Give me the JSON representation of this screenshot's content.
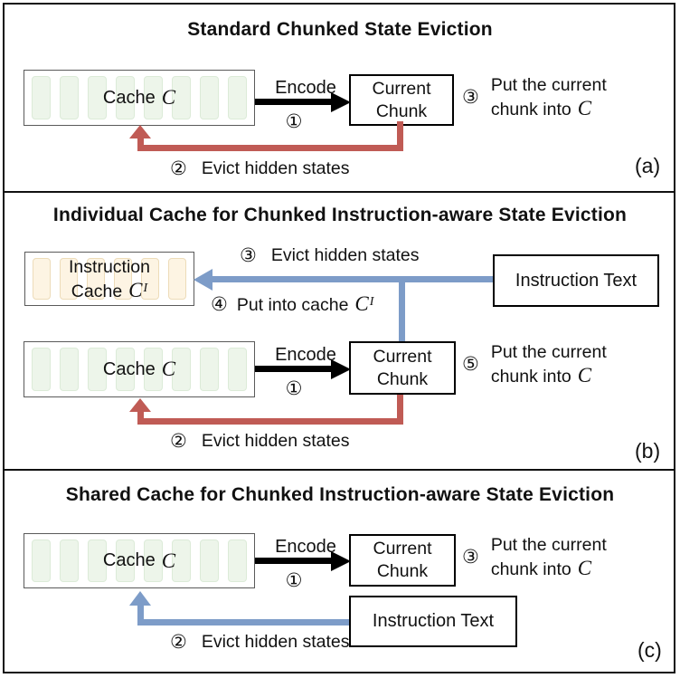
{
  "colors": {
    "evict_arrow_red": "#c05b55",
    "instruction_arrow_blue": "#7d9cc8",
    "cache_slot_green": "#edf5ea",
    "instruction_slot_orange": "#fdf4e3",
    "border_black": "#111111"
  },
  "panels": [
    {
      "label": "(a)",
      "title": "Standard Chunked State Eviction",
      "cache": {
        "label": "Cache",
        "symbol": "C",
        "slots": 8
      },
      "encode": {
        "label": "Encode",
        "step": "①"
      },
      "chunk": {
        "line1": "Current",
        "line2": "Chunk"
      },
      "put": {
        "step": "③",
        "line1": "Put the current",
        "line2": "chunk into",
        "symbol": "C"
      },
      "evict": {
        "step": "②",
        "text": "Evict hidden states"
      }
    },
    {
      "label": "(b)",
      "title": "Individual Cache for Chunked Instruction-aware State Eviction",
      "instruction_cache": {
        "line1": "Instruction",
        "line2": "Cache",
        "symbol": "C",
        "sup": "I",
        "slots": 6
      },
      "instruction_text": {
        "label": "Instruction Text"
      },
      "evict_instruction": {
        "step": "③",
        "text": "Evict hidden states"
      },
      "put_instruction": {
        "step": "④",
        "text": "Put into cache",
        "symbol": "C",
        "sup": "I"
      },
      "cache": {
        "label": "Cache",
        "symbol": "C",
        "slots": 8
      },
      "encode": {
        "label": "Encode",
        "step": "①"
      },
      "chunk": {
        "line1": "Current",
        "line2": "Chunk"
      },
      "put": {
        "step": "⑤",
        "line1": "Put the current",
        "line2": "chunk into",
        "symbol": "C"
      },
      "evict": {
        "step": "②",
        "text": "Evict hidden states"
      }
    },
    {
      "label": "(c)",
      "title": "Shared Cache for Chunked Instruction-aware State Eviction",
      "cache": {
        "label": "Cache",
        "symbol": "C",
        "slots": 8
      },
      "encode": {
        "label": "Encode",
        "step": "①"
      },
      "chunk": {
        "line1": "Current",
        "line2": "Chunk"
      },
      "put": {
        "step": "③",
        "line1": "Put the current",
        "line2": "chunk into",
        "symbol": "C"
      },
      "instruction_text": {
        "label": "Instruction Text"
      },
      "evict": {
        "step": "②",
        "text": "Evict hidden states"
      }
    }
  ]
}
